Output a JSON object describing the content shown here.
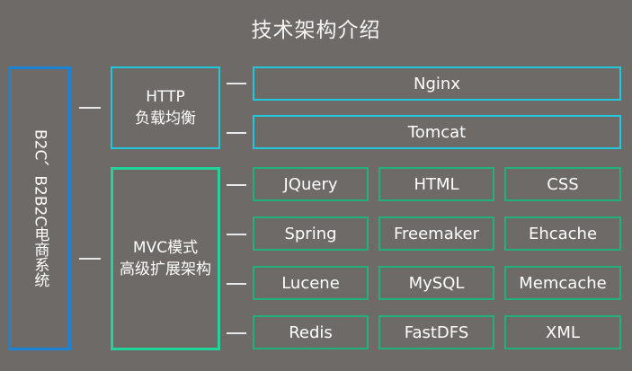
{
  "title": "技术架构介绍",
  "root": "B2C、B2B2C电商系统",
  "groups": {
    "http": {
      "line1": "HTTP",
      "line2": "负载均衡"
    },
    "mvc": {
      "line1": "MVC模式",
      "line2": "高级扩展架构"
    }
  },
  "http_items": [
    "Nginx",
    "Tomcat"
  ],
  "mvc_items": [
    [
      "JQuery",
      "HTML",
      "CSS"
    ],
    [
      "Spring",
      "Freemaker",
      "Ehcache"
    ],
    [
      "Lucene",
      "MySQL",
      "Memcache"
    ],
    [
      "Redis",
      "FastDFS",
      "XML"
    ]
  ],
  "colors": {
    "background": "#6e6a67",
    "root_border": "#1a83d6",
    "http_border": "#20c8dd",
    "mvc_border": "#22d49b",
    "leaf_border": "#20b27a"
  }
}
